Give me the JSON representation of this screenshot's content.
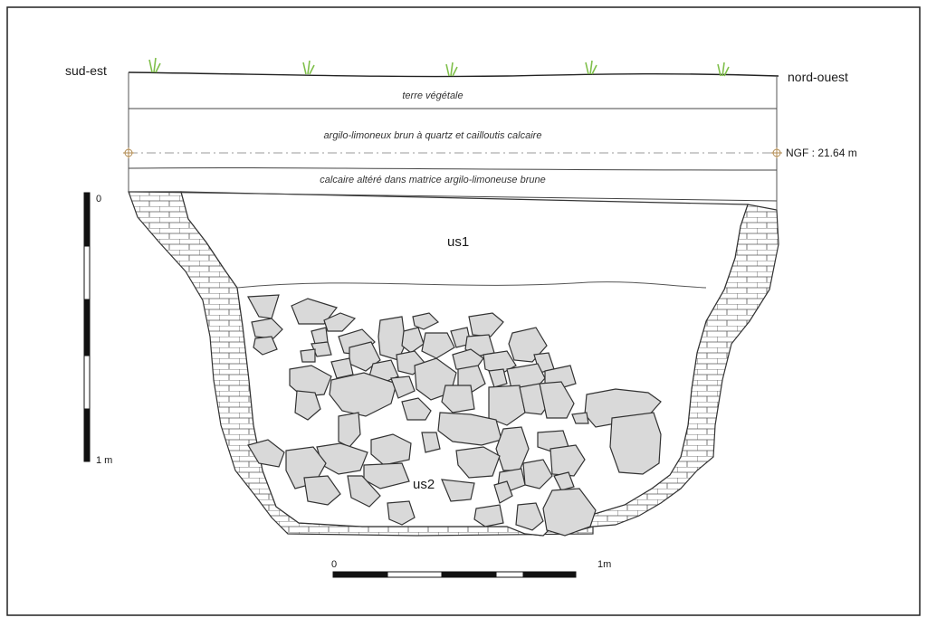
{
  "orientation": {
    "left": "sud-est",
    "right": "nord-ouest"
  },
  "layers": [
    "terre végétale",
    "argilo-limoneux brun à quartz et cailloutis calcaire",
    "calcaire altéré dans matrice argilo-limoneuse brune"
  ],
  "datum": "NGF : 21.64 m",
  "units": {
    "upper": "us1",
    "lower": "us2"
  },
  "vertical_scale": {
    "top": "0",
    "bottom": "1 m"
  },
  "horizontal_scale": {
    "left": "0",
    "right": "1m"
  },
  "colors": {
    "stone_fill": "#d9d9d9",
    "grass": "#7fbf4a",
    "ink": "#222222"
  }
}
